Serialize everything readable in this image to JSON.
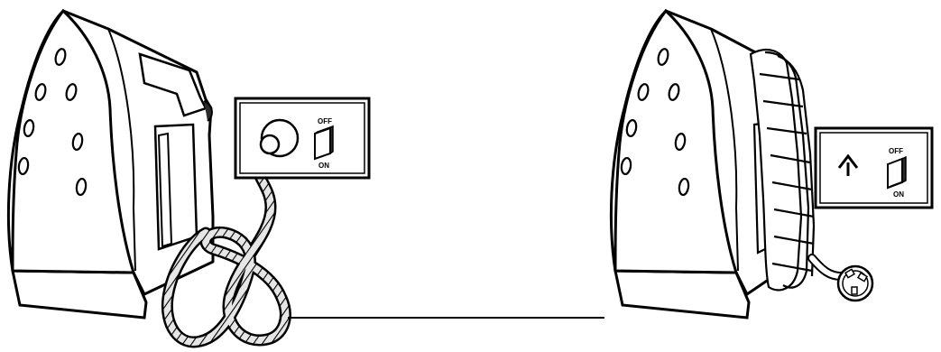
{
  "colors": {
    "line": "#000000",
    "fill": "#ffffff",
    "shade": "#d9d9d9",
    "dark": "#2b2b2b"
  },
  "panels": [
    {
      "name": "iron-plugged-in",
      "switch": {
        "off_label": "OFF",
        "on_label": "ON",
        "state": "on"
      },
      "cord": "plugged-in-wall-socket"
    },
    {
      "name": "iron-unplugged-cord-wrapped",
      "switch": {
        "off_label": "OFF",
        "on_label": "ON",
        "state": "off"
      },
      "icon": "arrow-up-unplug-icon",
      "plug": "loose-plug"
    }
  ]
}
